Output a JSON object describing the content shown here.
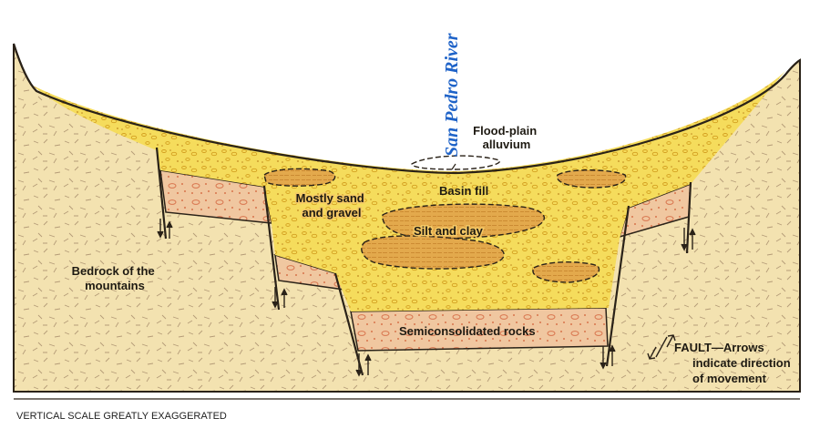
{
  "labels": {
    "river": "San Pedro River",
    "floodplain_line1": "Flood-plain",
    "floodplain_line2": "alluvium",
    "basin_fill": "Basin fill",
    "sand_line1": "Mostly sand",
    "sand_line2": "and gravel",
    "silt": "Silt and clay",
    "bedrock_line1": "Bedrock of the",
    "bedrock_line2": "mountains",
    "semi": "Semiconsolidated rocks",
    "fault_line1": "FAULT—Arrows",
    "fault_line2": "indicate direction",
    "fault_line3": "of movement",
    "scale_note": "VERTICAL SCALE GREATLY EXAGGERATED"
  },
  "colors": {
    "bedrock": "#f3e2b0",
    "basin_fill": "#f5dc5c",
    "silt_clay": "#e3a94c",
    "semiconsolidated": "#f0c7a0",
    "river_label": "#1f63c8"
  },
  "icons": [
    "fault-arrow-icon"
  ]
}
